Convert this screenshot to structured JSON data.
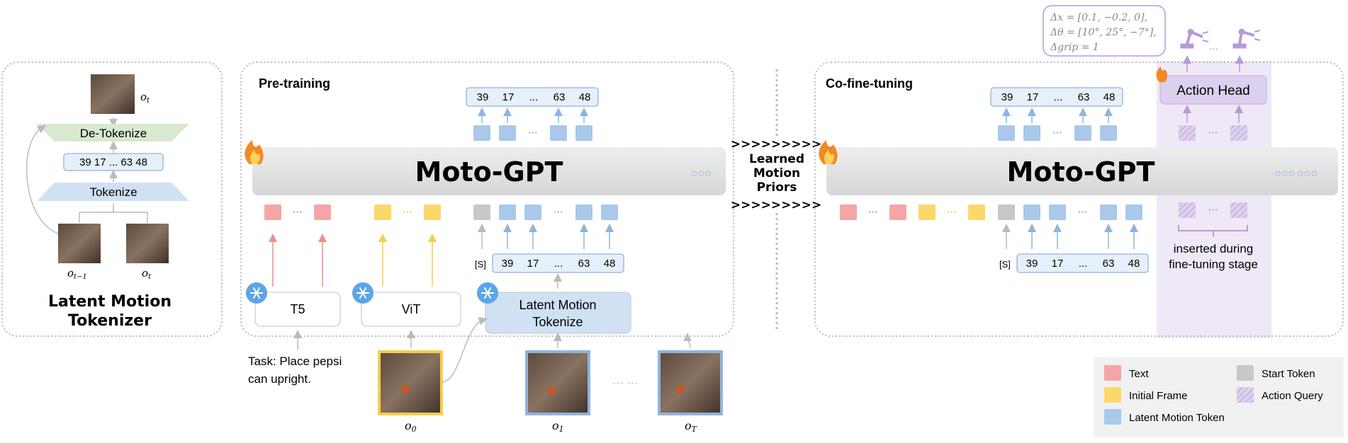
{
  "tokenizer_panel": {
    "title_line1": "Latent Motion",
    "title_line2": "Tokenizer",
    "detokenize_label": "De-Tokenize",
    "tokenize_label": "Tokenize",
    "token_sequence": "39 17 ... 63 48",
    "output_frame_label": "o",
    "output_frame_sub": "t",
    "input_frame_prev_label": "o",
    "input_frame_prev_sub": "t−1",
    "input_frame_cur_label": "o",
    "input_frame_cur_sub": "t"
  },
  "pretraining_panel": {
    "title": "Pre-training",
    "model_name": "Moto-GPT",
    "output_tokens": [
      "39",
      "17",
      "...",
      "63",
      "48"
    ],
    "input_tokens": [
      "39",
      "17",
      "...",
      "63",
      "48"
    ],
    "start_token_label": "[S]",
    "t5_label": "T5",
    "vit_label": "ViT",
    "lmt_label_line1": "Latent Motion",
    "lmt_label_line2": "Tokenize",
    "task_line1": "Task: Place pepsi",
    "task_line2": "can upright.",
    "frame_labels": [
      {
        "main": "o",
        "sub": "0"
      },
      {
        "main": "o",
        "sub": "1"
      },
      {
        "main": "o",
        "sub": "T"
      }
    ],
    "ellipsis_dots": "···",
    "frame_dots": "··· ···"
  },
  "bridge": {
    "arrows_top": ">>>>>>>>>",
    "arrows_bottom": ">>>>>>>>>",
    "label_line1": "Learned",
    "label_line2": "Motion",
    "label_line3": "Priors"
  },
  "finetune_panel": {
    "title": "Co-fine-tuning",
    "model_name": "Moto-GPT",
    "output_tokens": [
      "39",
      "17",
      "...",
      "63",
      "48"
    ],
    "input_tokens": [
      "39",
      "17",
      "...",
      "63",
      "48"
    ],
    "start_token_label": "[S]",
    "action_head_label": "Action Head",
    "inserted_line1": "inserted during",
    "inserted_line2": "fine-tuning stage",
    "action_line1": "Δx = [0.1, −0.2, 0],",
    "action_line2": "Δθ = [10°, 25°, −7°],",
    "action_line3": "Δgrip = 1",
    "robot_dots": "..."
  },
  "legend": {
    "items": [
      {
        "label": "Text",
        "color": "#f4a6a6",
        "hatched": false
      },
      {
        "label": "Start Token",
        "color": "#c8c8c8",
        "hatched": false
      },
      {
        "label": "Initial Frame",
        "color": "#fbd86a",
        "hatched": false
      },
      {
        "label": "Action Query",
        "color": "#d9c8ec",
        "hatched": true
      },
      {
        "label": "Latent Motion Token",
        "color": "#a9c8ea",
        "hatched": false
      }
    ]
  },
  "colors": {
    "text_token": "#f4a6a6",
    "frame_token": "#fbd86a",
    "start_token": "#c8c8c8",
    "motion_token": "#a9c8ea",
    "action_query": "#d9c8ec",
    "action_region": "#efe8f6",
    "purple": "#9b7fc4"
  }
}
